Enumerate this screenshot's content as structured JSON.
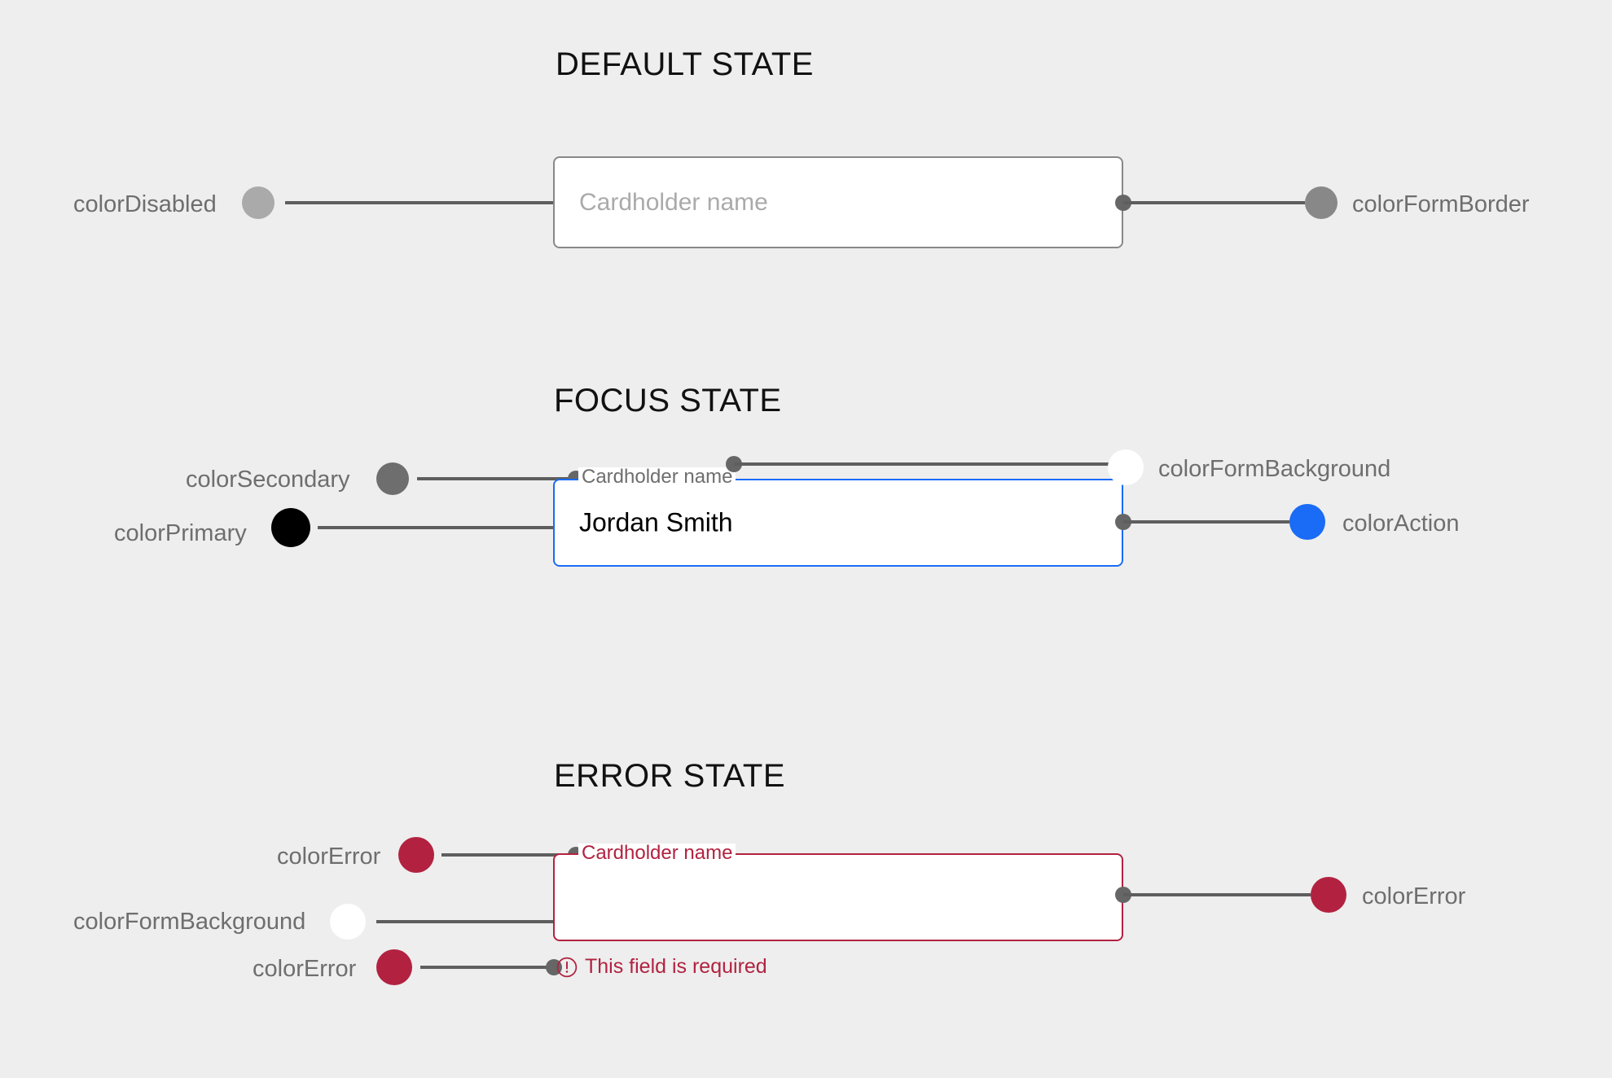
{
  "palette": {
    "page_background": "#eeeeee",
    "colorDisabled": "#aaaaaa",
    "colorFormBorder": "#888888",
    "colorSecondary": "#6e6e6e",
    "colorPrimary": "#000000",
    "colorFormBackground": "#ffffff",
    "colorAction": "#1a6bf5",
    "colorError": "#b22240",
    "leader_line": "#5e5e5e",
    "anchor_dot": "#666666",
    "heading_text": "#111111",
    "callout_text": "#6e6e6e"
  },
  "sections": {
    "default": {
      "title": "DEFAULT STATE",
      "field": {
        "placeholder": "Cardholder name",
        "value": ""
      },
      "callouts": [
        {
          "label": "colorDisabled",
          "color": "#aaaaaa",
          "side": "left"
        },
        {
          "label": "colorFormBorder",
          "color": "#888888",
          "side": "right"
        }
      ]
    },
    "focus": {
      "title": "FOCUS STATE",
      "field": {
        "label": "Cardholder name",
        "value": "Jordan Smith",
        "placeholder": ""
      },
      "callouts": [
        {
          "label": "colorSecondary",
          "color": "#6e6e6e",
          "side": "left"
        },
        {
          "label": "colorPrimary",
          "color": "#000000",
          "side": "left"
        },
        {
          "label": "colorFormBackground",
          "color": "#ffffff",
          "side": "right"
        },
        {
          "label": "colorAction",
          "color": "#1a6bf5",
          "side": "right"
        }
      ]
    },
    "error": {
      "title": "ERROR STATE",
      "field": {
        "label": "Cardholder name",
        "value": "",
        "placeholder": ""
      },
      "message": {
        "text": "This field is required",
        "icon": "error-exclamation-circle-icon"
      },
      "callouts": [
        {
          "label": "colorError",
          "color": "#b22240",
          "side": "left"
        },
        {
          "label": "colorFormBackground",
          "color": "#ffffff",
          "side": "left"
        },
        {
          "label": "colorError",
          "color": "#b22240",
          "side": "left"
        },
        {
          "label": "colorError",
          "color": "#b22240",
          "side": "right"
        }
      ]
    }
  }
}
